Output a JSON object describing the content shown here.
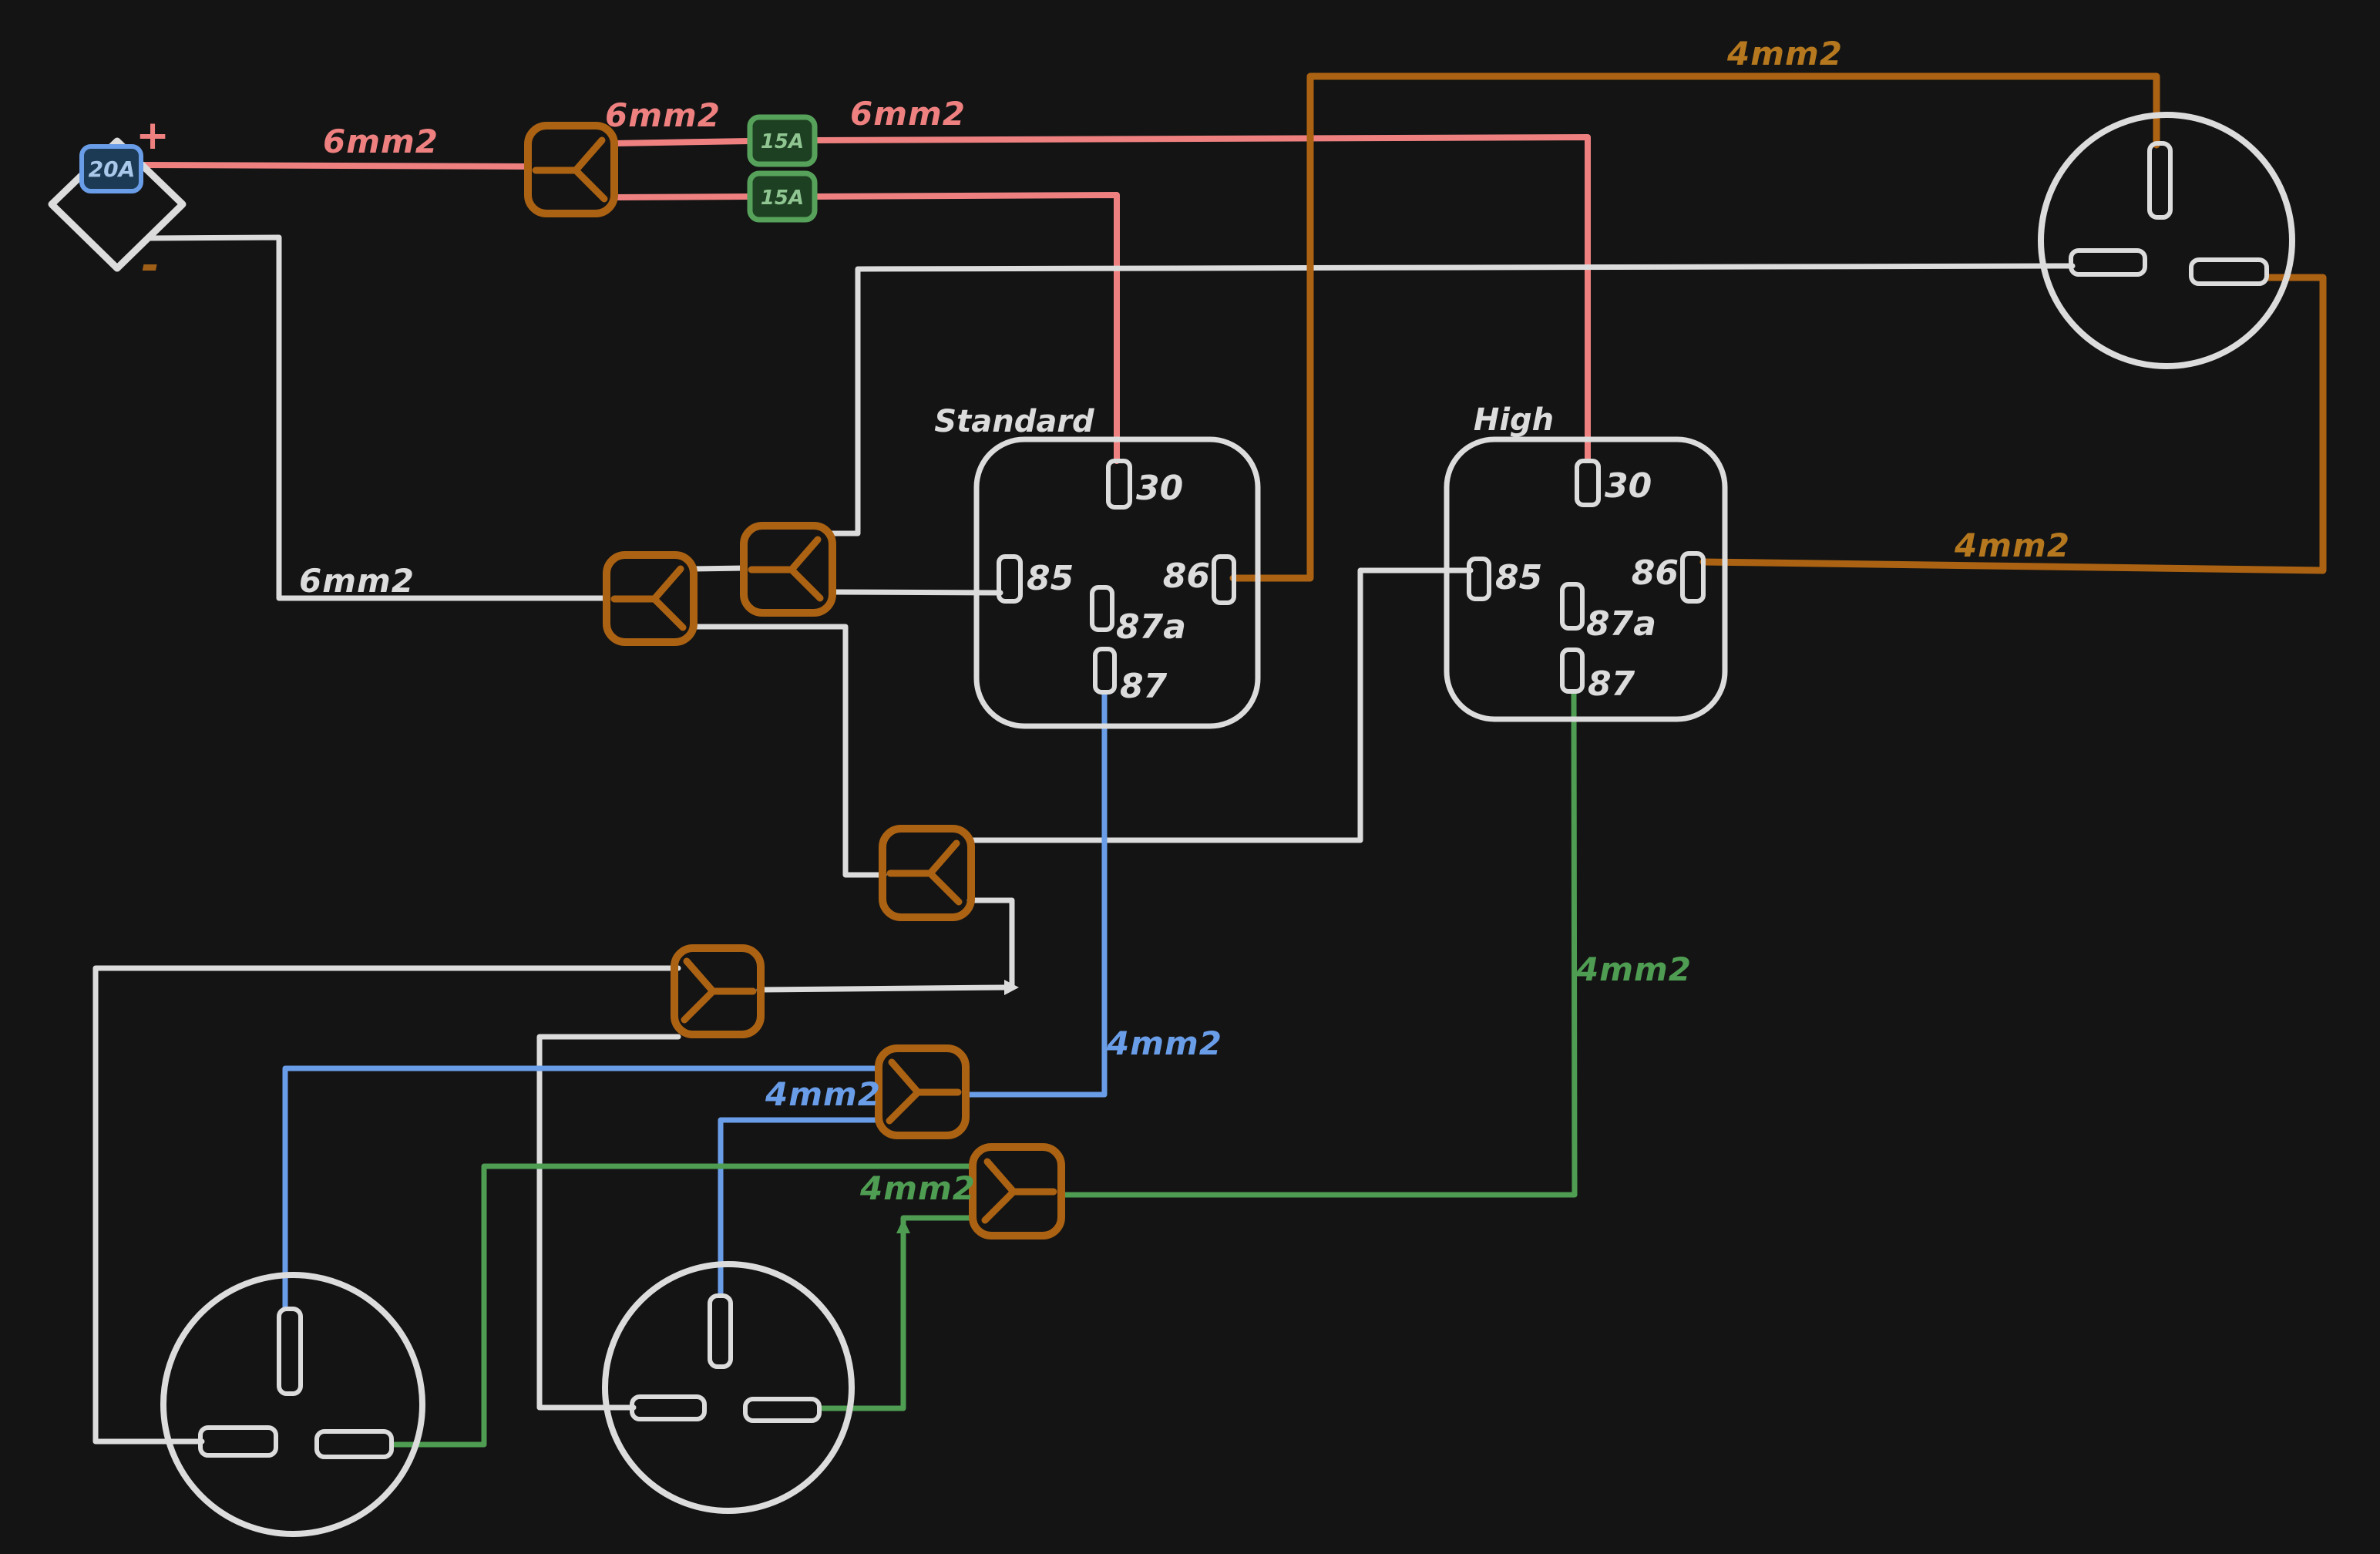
{
  "diagram": {
    "type": "wiring-diagram",
    "background": "#141414",
    "colors": {
      "wire_positive_red": "#ef8080",
      "wire_ground_white": "#dcdcdc",
      "wire_blue": "#6a9de8",
      "wire_green": "#4e9d52",
      "wire_orange": "#ab6212",
      "splitter_box": "#ab6212",
      "fuse_border": "#56a25b",
      "fuse_fill": "#1e4022",
      "fuse_text": "#8fc591",
      "battery_fuse_border": "#6a9de8",
      "battery_fuse_fill": "#1d3a55",
      "battery_fuse_text": "#a9c8ea"
    },
    "battery": {
      "plus_label": "+",
      "minus_label": "-",
      "inline_fuse_label": "20A"
    },
    "fuses": [
      {
        "label": "15A"
      },
      {
        "label": "15A"
      }
    ],
    "relays": [
      {
        "name": "Standard",
        "pins": [
          "30",
          "85",
          "86",
          "87a",
          "87"
        ]
      },
      {
        "name": "High",
        "pins": [
          "30",
          "85",
          "86",
          "87a",
          "87"
        ]
      }
    ],
    "wire_labels": [
      {
        "text": "6mm2",
        "color": "red"
      },
      {
        "text": "6mm2",
        "color": "red"
      },
      {
        "text": "6mm2",
        "color": "red"
      },
      {
        "text": "6mm2",
        "color": "white"
      },
      {
        "text": "4mm2",
        "color": "orange"
      },
      {
        "text": "4mm2",
        "color": "orange"
      },
      {
        "text": "4mm2",
        "color": "blue"
      },
      {
        "text": "4mm2",
        "color": "blue"
      },
      {
        "text": "4mm2",
        "color": "green"
      },
      {
        "text": "4mm2",
        "color": "green"
      }
    ],
    "components": {
      "splitters": 7,
      "round_connectors": 3,
      "relay_count": 2
    }
  }
}
